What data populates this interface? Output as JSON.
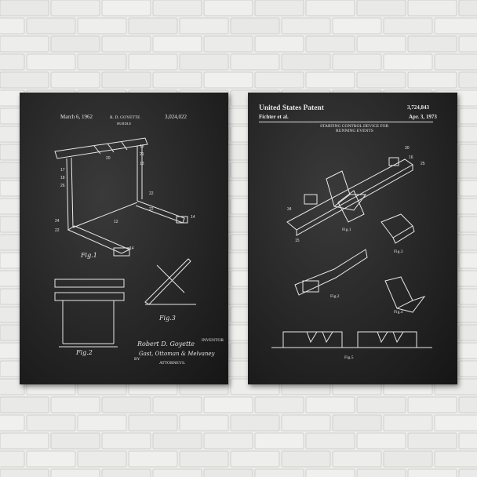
{
  "posters": [
    {
      "date": "March 6, 1962",
      "inventor_name": "R. D. GOYETTE",
      "subtitle": "HURDLE",
      "patent_number": "3,024,022",
      "figures": [
        "Fig.1",
        "Fig.2",
        "Fig.3"
      ],
      "inventor_label": "INVENTOR",
      "signature": "Robert D. Goyette",
      "attorney_signature": "Gast, Ottoman & Melvaney",
      "by_label": "BY",
      "attorneys_label": "ATTORNEYS."
    },
    {
      "header": "United States Patent",
      "inventors": "Fichter et al.",
      "patent_number": "3,724,843",
      "date": "Apr. 3, 1973",
      "title_line1": "STARTING CONTROL DEVICE FOR",
      "title_line2": "RUNNING EVENTS",
      "figures": [
        "Fig.1",
        "Fig.2",
        "Fig.3",
        "Fig.4",
        "Fig.5"
      ]
    }
  ],
  "colors": {
    "wall": "#ececea",
    "mortar": "#cfcfcc",
    "poster": "#262626",
    "ink": "#e8e8e8"
  }
}
